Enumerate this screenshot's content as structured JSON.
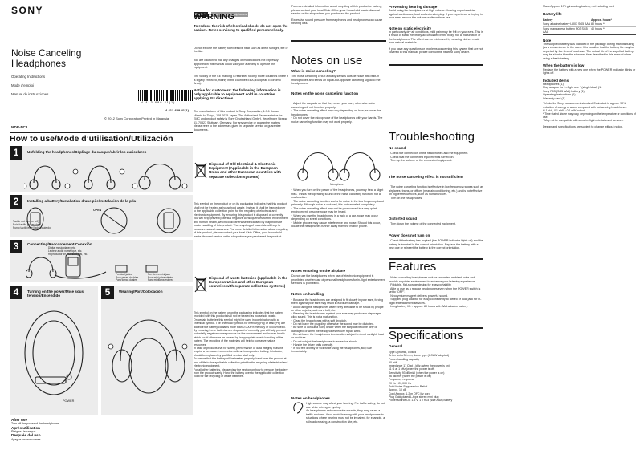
{
  "brand": "SONY",
  "product": {
    "title_line1": "Noise Canceling",
    "title_line2": "Headphones",
    "subtitle1": "Operating Instructions",
    "subtitle2": "Mode d’emploi",
    "subtitle3": "Manual de instrucciones"
  },
  "barcode": {
    "number": "4-413-689-41(1)",
    "code": "4-413-689-41(1)"
  },
  "copyright": "© 2012 Sony Corporation   Printed in Malaysia",
  "model": "MDR-NC8",
  "main_heading": "How to use/Mode d’utilisation/Utilización",
  "steps": [
    {
      "num": "1",
      "title": "Unfolding the headphones/Dépliage du casque/Abrir los auriculares"
    },
    {
      "num": "2",
      "title": "Installing a battery/Installation d’une pile/Instalación de la pila"
    },
    {
      "num": "3",
      "title": "Connecting/Raccordement/Conexión"
    },
    {
      "num": "4",
      "title": "Turning on the power/Mise sous tension/Encendido"
    },
    {
      "num": "5",
      "title": "Wearing/Port/Colocación"
    }
  ],
  "step2_notes": {
    "open": "OPEN",
    "cap": "Tactile dot (on the left)\nPoint tactile (à gauche)\nPunto táctil (en el lado izquierdo)"
  },
  "step3_notes": {
    "digital": "Digital music player, etc.\nLecteur audio numérique, etc.\nReproductor de música digital, etc.",
    "plug1": "For dual jacks\nPour prises doubles\nPara tomas duales",
    "plug2": "For stereo mini jack\nPour mini-prise stéréo\nPara minitoma estéreo"
  },
  "step4_label": "POWER",
  "after_use": {
    "h1": "After use",
    "t1": "Turn off the power of the headphones.",
    "h2": "Après utilisation",
    "t2": "Éteignez le casque.",
    "h3": "Después del uso",
    "t3": "Apague los auriculares."
  },
  "col_warn": {
    "lang_tab": "English",
    "lang_tab2": "Connecting Headphones",
    "warning": "WARNING",
    "warn_bold": "To reduce the risk of electrical shock, do not open the cabinet. Refer servicing to qualified personnel only.",
    "warn_t1": "Do not expose the battery to excessive heat such as direct sunlight, fire or the like.",
    "warn_t2": "You are cautioned that any changes or modifications not expressly approved in this manual could void your authority to operate this equipment.",
    "warn_t3": "The validity of the CE marking is restricted to only those countries where it is legally enforced, mainly in the countries EEA (European Economic Area).",
    "notice_h": "Notice for customers: the following information is only applicable to equipment sold in countries applying EU directives",
    "notice_t": "The manufacturer of this product is Sony Corporation, 1-7-1 Konan Minato-ku Tokyo, 108-0075 Japan. The Authorized Representative for EMC and product safety is Sony Deutschland GmbH, Hedelfinger Strasse 61, 70327 Stuttgart, Germany. For any service or guarantee matters please refer to the addresses given in separate service or guarantee documents.",
    "disposal1_h": "Disposal of Old Electrical & Electronic Equipment (Applicable in the European Union and other European countries with separate collection systems)",
    "disposal1_t": "This symbol on the product or on its packaging indicates that this product shall not be treated as household waste. Instead it shall be handed over to the applicable collection point for the recycling of electrical and electronic equipment. By ensuring this product is disposed of correctly, you will help prevent potential negative consequences for the environment and human health, which could otherwise be caused by inappropriate waste handling of this product. The recycling of materials will help to conserve natural resources. For more detailed information about recycling of this product, please contact your local Civic Office, your household waste disposal service or the shop where you purchased the product.",
    "disposal2_h": "Disposal of waste batteries (applicable in the European Union and other European countries with separate collection systems)",
    "disposal2_t": "This symbol on the battery or on the packaging indicates that the battery provided with this product shall not be treated as household waste.\nOn certain batteries this symbol might be used in combination with a chemical symbol. The chemical symbols for mercury (Hg) or lead (Pb) are added if the battery contains more than 0.0005% mercury or 0.004% lead.\nBy ensuring these batteries are disposed of correctly, you will help prevent potentially negative consequences for the environment and human health which could otherwise be caused by inappropriate waste handling of the battery. The recycling of the materials will help to conserve natural resources.\nIn case of products that for safety, performance or data integrity reasons require a permanent connection with an incorporated battery, this battery should be replaced by qualified service staff only.\nTo ensure that the battery will be treated properly, hand over the product at end-of-life to the applicable collection point for the recycling of electrical and electronic equipment.\nFor all other batteries, please view the section on how to remove the battery from the product safely. Hand the battery over to the applicable collection point for the recycling of waste batteries."
  },
  "col_notes": {
    "intro": "For more detailed information about recycling of this product or battery, please contact your local Civic Office, your household waste disposal service or the shop where you purchased the product.",
    "intro2": "Excessive sound pressure from earphones and headphones can cause hearing loss.",
    "h": "Notes on use",
    "what_h": "What is noise canceling?",
    "what_t": "The noise canceling circuit actually senses outside noise with built-in microphones and sends an equal-but-opposite canceling signal to the headphones.",
    "nc_h": "Notes on the noise canceling function",
    "nc_t": "· Adjust the earpads so that they cover your ears, otherwise noise canceling will not function properly.\n· The noise canceling effect may vary depending on how you wear the headphones.\n· Do not cover the microphone of the headphones with your hands. The noise canceling function may not work properly.",
    "mic": "Microphone",
    "nc_t2": "· When you turn on the power of the headphones, you may hear a slight hiss. This is the operating sound of the noise canceling function, not a malfunction.\n· The noise canceling function works for noise in the low frequency band primarily. Although noise is reduced, it is not canceled completely.\n· The noise canceling effect may not be pronounced in a very quiet environment, or some noise may be heard.\n· When you use the headphones in a train or a car, noise may occur depending on street conditions.\n· Mobile phones may cause interference and noise. Should this occur, locate the headphones further away from the mobile phone.",
    "air_h": "Notes on using on the airplane",
    "air_t": "Do not use the headphones when use of electronic equipment is prohibited or when use of personal headphones for in-flight entertainment services is prohibited.",
    "hand_h": "Notes on handling",
    "hand_t": "· Because the headphones are designed to fit closely in your ears, forcing them against your ears may result in eardrum damage.\n· Avoid using the headphones where they are liable to be struck by people or other objects, such as a ball, etc.\n· Pressing the headphones against your ears may produce a diaphragm click sound. This is not a malfunction.\n· Clean the headphones with a soft dry cloth.\n· Do not leave the plug dirty otherwise the sound may be distorted.\n· Be sure to consult a Sony dealer when the earpads become dirty or damaged, or when the headphones require repair work.\n· Do not leave the headphones in a location subject to direct sunlight, heat or moisture.\n· Do not subject the headphones to excessive shock.\n· Handle the driver units carefully.\n· If you feel drowsy or sick while using the headphones, stop use immediately.",
    "hp_h": "Notes on headphones",
    "hp_t": "High volume may affect your hearing. For traffic safety, do not use while driving or cycling.\nAs headphones reduce outside sounds, they may cause a traffic accident. Also, avoid listening with your headphones in situations where hearing must not be impaired, for example, a railroad crossing, a construction site, etc."
  },
  "col_trouble": {
    "prevent_h": "Preventing hearing damage",
    "prevent_t": "Avoid using the headphones at high volume. Hearing experts advise against continuous, loud and extended play. If you experience a ringing in your ears, reduce the volume or discontinue use.",
    "static_h": "Note on static electricity",
    "static_t": "In particularly dry air conditions, mild pain may be felt on your ears. This is a result of static electricity accumulated in the body, not a malfunction of the headphones. The effect can be minimized by wearing clothes made from natural materials.",
    "q_t": "If you have any questions or problems concerning this system that are not covered in this manual, please consult the nearest Sony dealer.",
    "h": "Troubleshooting",
    "nosound_h": "No sound",
    "nosound_t": "· Check the connection of the headphones and the equipment.\n· Check that the connected equipment is turned on.\n· Turn up the volume of the connected equipment.",
    "ncweak_h": "The noise canceling effect is not sufficient",
    "ncweak_t": "· The noise canceling function is effective in low frequency ranges such as airplanes, trains, or offices (near air conditioning, etc.) and is not effective on higher frequencies, such as human voices.\n· Turn on the headphones.",
    "dist_h": "Distorted sound",
    "dist_t": "· Turn down the volume of the connected equipment.",
    "power_h": "Power does not turn on",
    "power_t": "· Check if the battery has expired (the POWER indicator lights off) and the battery is inserted in the correct orientation. Replace the battery with a new one or reinsert the battery in the correct orientation.",
    "feat_h": "Features",
    "feat_t": "· Noise canceling headphones reduce unwanted ambient noise and provide a quieter environment to enhance your listening experience.\n· Foldable, flat-storage design for easy portability.\n· Able to use as a regular headphones even when the POWER switch is set to “OFF”.\n· Neodymium magnet delivers powerful sound.\n· Supplied plug adaptor for easy connectivity to stereo or dual jack for in-flight entertainment services.\n· Long battery life - approx. 80 hours with AAA alkaline battery.",
    "spec_h": "Specifications",
    "gen_h": "General",
    "gen_t": "Type                 Dynamic, closed\nDriver units  30 mm, dome type (CCAW adopted)\nPower handling capacity\n                         50 mW\nImpedance   17 Ω at 1 kHz (when the power is on)\n   11 Ω at 1 kHz (when the power is off)\nSensitivity  93 dB/mW (when the power is on)\n   96 dB/mW (when the power is off)\nFrequency response\n   20 Hz - 20,000 Hz\nTotal Noise Suppression Ratio*\n   Approx. 10 dB\nCord  Approx. 1.2 m OFC litz cord\nPlug  Gold-plated L-type stereo mini plug\nPower source  DC 1.5 V, 1 x R03 (size AAA) battery"
  },
  "col_specs": {
    "mass": "Mass  Approx. 175 g including battery, not including cord",
    "blife_h": "Battery life",
    "tbl_head1": "Battery",
    "tbl_head2": "Approx. hours*",
    "r1a": "Sony alkaline battery LR03 SG5 AAA",
    "r1b": "80 hours **",
    "r2a": "Sony manganese battery R03 SG5 AAA",
    "r2b": "40 hours **",
    "note_h": "Note",
    "note_t": "The supplied battery was included in the package during manufacturing (as a convenience to the user). It is possible that the battery life may be depleted by the time of purchase. The actual life of the supplied battery may be shorter than the standard time described in this manual when using a fresh battery.",
    "when_h": "When the battery is low",
    "when_t": "Replace the battery with a new one when the POWER indicator blinks or lights off.",
    "incl_h": "Included items",
    "incl_t": "Headphones (1)\nPlug adaptor for in-flight use * (single/dual) (1)\nSony R03 (SG5 AAA) battery (1)\nOperating Instructions (1)\nWarranty card (1)",
    "foot_t": "* Under the Sony measurement standard. Equivalent to approx. 90% reduction of energy of sound compared with not wearing headphones.\n** 1 kHz, 0.1 mW + 0.1 mW output\n* Time stated above may vary, depending on the temperature or conditions of use.\n* May not be compatible with some in-flight entertainment services.",
    "design": "Design and specifications are subject to change without notice."
  }
}
